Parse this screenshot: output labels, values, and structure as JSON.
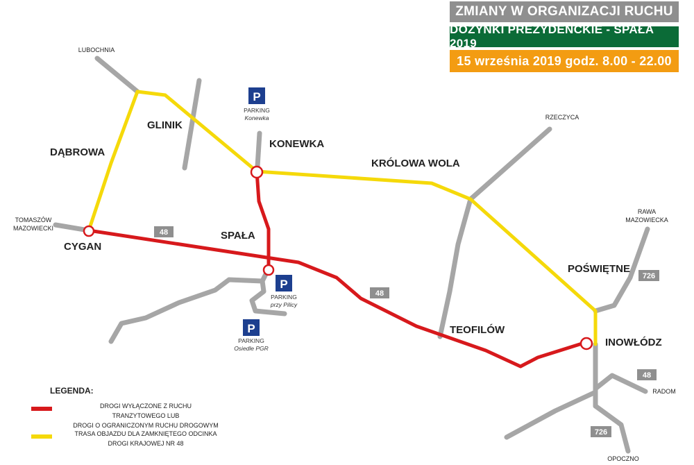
{
  "header": {
    "title": "ZMIANY W ORGANIZACJI RUCHU",
    "event": "DOŻYNKI PREZYDENCKIE - SPAŁA 2019",
    "date": "15 września 2019 godz. 8.00 - 22.00"
  },
  "colors": {
    "closed_road": "#d7191c",
    "detour": "#f5d90a",
    "road": "#a6a6a6",
    "title_bg": "#8f8f8f",
    "event_bg": "#0b6b37",
    "date_bg": "#f39c12",
    "parking_bg": "#1d3f8f"
  },
  "places": {
    "lubochnia": "LUBOCHNIA",
    "glinik": "GLINIK",
    "konewka": "KONEWKA",
    "dabrowa": "DĄBROWA",
    "krolowa_wola": "KRÓLOWA WOLA",
    "rzeczyca": "RZECZYCA",
    "tomaszow_1": "TOMASZÓW",
    "tomaszow_2": "MAZOWIECKI",
    "cygan": "CYGAN",
    "spala": "SPAŁA",
    "rawa_1": "RAWA",
    "rawa_2": "MAZOWIECKA",
    "poswietne": "POŚWIĘTNE",
    "teofilow": "TEOFILÓW",
    "inowlodz": "INOWŁÓDZ",
    "radom": "RADOM",
    "opoczno": "OPOCZNO"
  },
  "road_badges": {
    "dk48_west": "48",
    "dk48_center": "48",
    "dk48_east": "48",
    "dw726_north": "726",
    "dw726_south": "726"
  },
  "parking": [
    {
      "symbol": "P",
      "label": "PARKING",
      "name": "Konewka"
    },
    {
      "symbol": "P",
      "label": "PARKING",
      "name": "przy Pilicy"
    },
    {
      "symbol": "P",
      "label": "PARKING",
      "name": "Osiedle PGR"
    }
  ],
  "legend": {
    "title": "LEGENDA:",
    "items": [
      {
        "line1": "DROGI WYŁĄCZONE Z RUCHU TRANZYTOWEGO LUB",
        "line2": "DROGI O OGRANICZONYM RUCHU DROGOWYM"
      },
      {
        "line1": "TRASA OBJAZDU DLA ZAMKNIĘTEGO ODCINKA",
        "line2": "DROGI KRAJOWEJ NR 48"
      }
    ]
  }
}
